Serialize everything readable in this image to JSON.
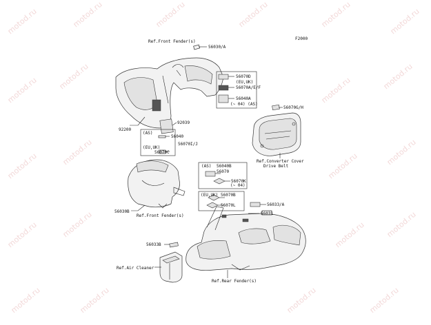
{
  "figure_code": "F2000",
  "watermark_text": "motod.ru",
  "labels": {
    "ref_front_fender_top": "Ref.Front Fender(s)",
    "p56030A": "56030/A",
    "p56070D": "56070D",
    "eu_uk_1": "(EU,UK)",
    "p56070AEF": "56070A/E/F",
    "p56040A": "56040A",
    "to04_1": "(~ 04) (AS)",
    "p56070GH": "56070G/H",
    "p92200": "92200",
    "p92039": "92039",
    "p56070IJ": "56070I/J",
    "as_1": "(AS)",
    "p56040": "56040",
    "eu_uk_2": "(EU,UK)",
    "p56070C": "56070C",
    "ref_converter_cover": "Ref.Converter Cover",
    "drive_belt": "Drive Belt",
    "as_2": "(AS)",
    "p56040B": "56040B",
    "p56070": "56070",
    "p56070K": "56070K",
    "to04_2": "(~ 04)",
    "eu_uk_3": "(EU,UK)",
    "p56070B": "56070B",
    "p56070L": "56070L",
    "p56033A": "56033/A",
    "p56031": "56031",
    "p56030B": "56030B",
    "ref_front_fender_mid": "Ref.Front Fender(s)",
    "p56033B": "56033B",
    "ref_air_cleaner": "Ref.Air Cleaner",
    "ref_rear_fender": "Ref.Rear Fender(s)"
  }
}
